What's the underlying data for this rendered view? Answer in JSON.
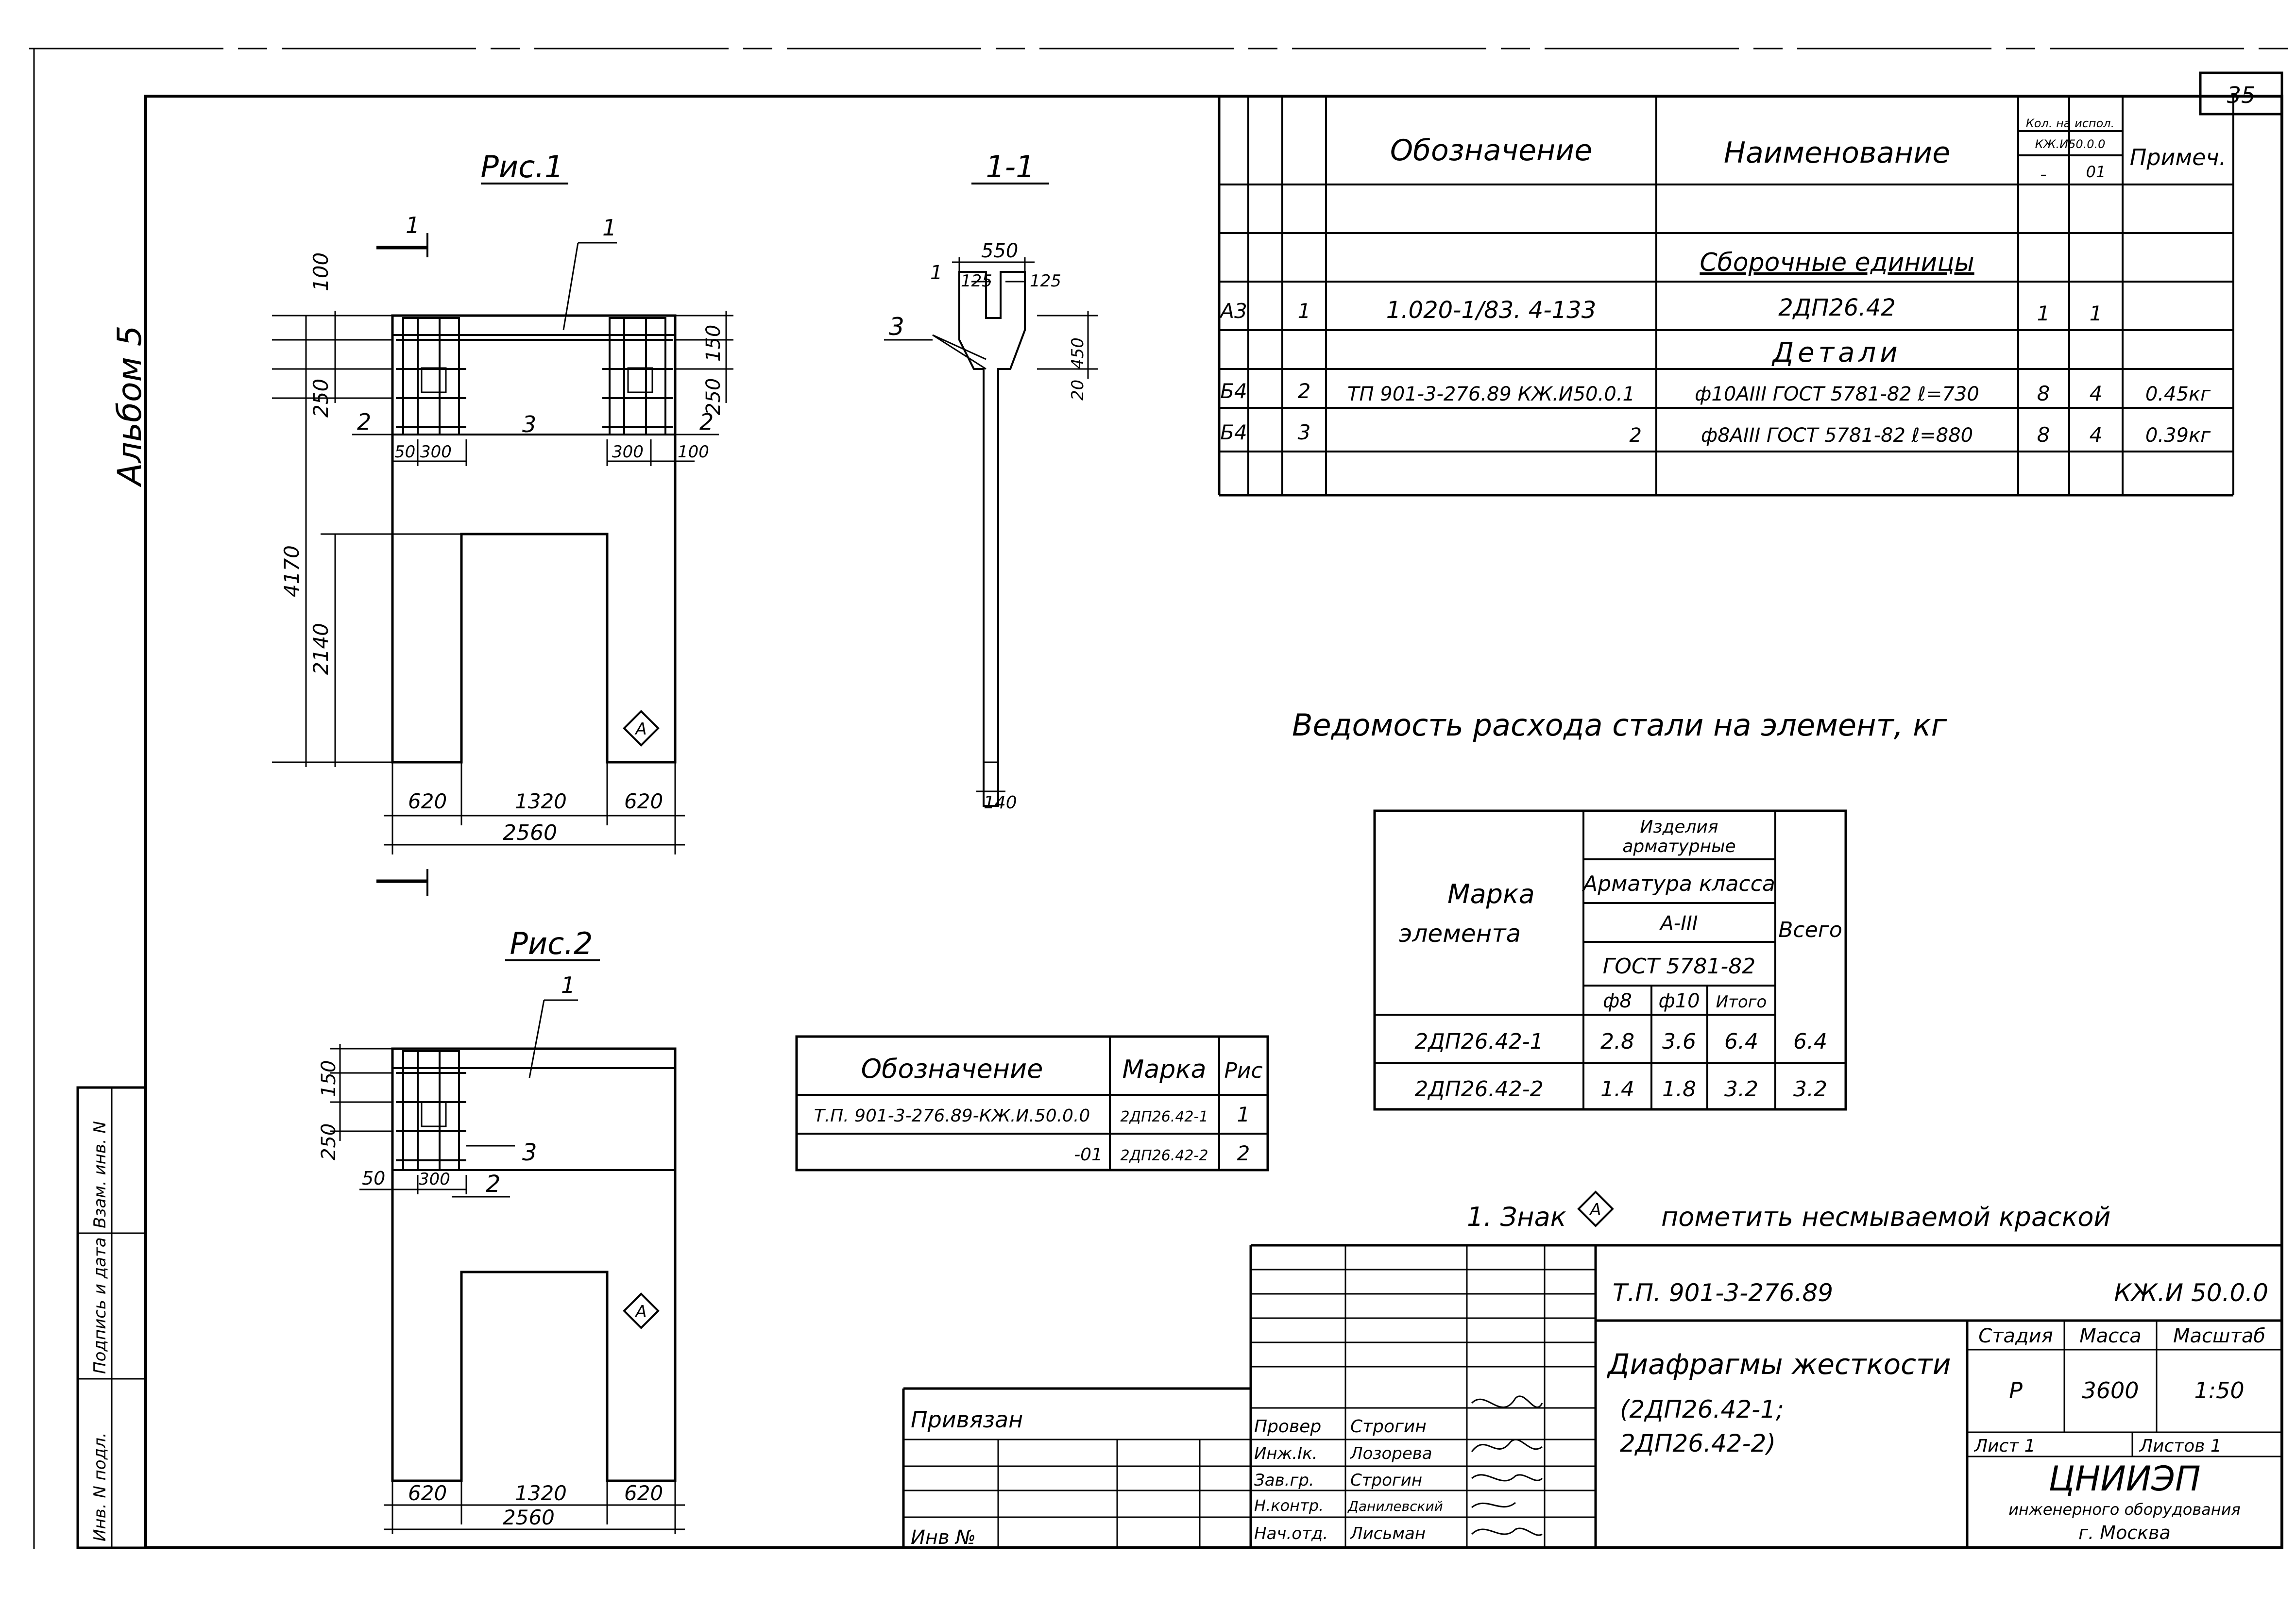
{
  "sheet_number": "35",
  "album_label": "Альбом 5",
  "side_stamp": {
    "cells": [
      "Инв. N подл.",
      "Подпись и дата",
      "Взам. инв. N"
    ]
  },
  "figure1": {
    "title": "Рис.1",
    "section_mark": "1",
    "leader_label": "1",
    "dims": {
      "d100": "100",
      "d250": "250",
      "d4170": "4170",
      "d2140": "2140",
      "d150": "150",
      "d252": "250",
      "d50": "50",
      "d300a": "300",
      "d300b": "300",
      "d100b": "100",
      "d620a": "620",
      "d1320": "1320",
      "d620b": "620",
      "d2560": "2560"
    },
    "labels": {
      "p2a": "2",
      "p3": "3",
      "p2b": "2"
    },
    "mark": "А"
  },
  "section11": {
    "title": "1-1",
    "dims": {
      "d550": "550",
      "d125a": "125",
      "d125b": "125",
      "d450": "450",
      "d20": "20",
      "d140": "140"
    },
    "labels": {
      "p1": "1",
      "p3": "3"
    }
  },
  "figure2": {
    "title": "Рис.2",
    "leader_label": "1",
    "dims": {
      "d150": "150",
      "d250": "250",
      "d50": "50",
      "d300": "300",
      "d620a": "620",
      "d1320": "1320",
      "d620b": "620",
      "d2560": "2560"
    },
    "labels": {
      "p3": "3",
      "p2": "2"
    },
    "mark": "А"
  },
  "spec_table": {
    "headers": {
      "designation": "Обозначение",
      "name": "Наименование",
      "qty": "Кол. на испол.",
      "qty_doc": "КЖ.И50.0.0",
      "col_dash": "-",
      "col_01": "01",
      "note": "Примеч."
    },
    "section_assembly": "Сборочные единицы",
    "section_details": "Детали",
    "rows": [
      {
        "format": "А3",
        "pos": "1",
        "designation": "1.020-1/83. 4-133",
        "name": "2ДП26.42",
        "q1": "1",
        "q2": "1",
        "note": ""
      },
      {
        "format": "Б4",
        "pos": "2",
        "designation": "ТП 901-3-276.89 КЖ.И50.0.1",
        "name": "ф10АIII ГОСТ 5781-82  ℓ=730",
        "q1": "8",
        "q2": "4",
        "note": "0.45кг"
      },
      {
        "format": "Б4",
        "pos": "3",
        "designation": "2",
        "name": "ф8АIII ГОСТ 5781-82  ℓ=880",
        "q1": "8",
        "q2": "4",
        "note": "0.39кг"
      }
    ]
  },
  "steel_title": "Ведомость расхода стали на элемент, кг",
  "steel_table": {
    "h_mark_1": "Марка",
    "h_mark_2": "элемента",
    "h_items_1": "Изделия",
    "h_items_2": "арматурные",
    "h_class": "Арматура класса",
    "h_aiii": "А-III",
    "h_gost": "ГОСТ 5781-82",
    "h_f8": "ф8",
    "h_f10": "ф10",
    "h_itogo": "Итого",
    "h_total": "Всего",
    "rows": [
      {
        "mark": "2ДП26.42-1",
        "f8": "2.8",
        "f10": "3.6",
        "itogo": "6.4",
        "total": "6.4"
      },
      {
        "mark": "2ДП26.42-2",
        "f8": "1.4",
        "f10": "1.8",
        "itogo": "3.2",
        "total": "3.2"
      }
    ]
  },
  "mark_table": {
    "h_designation": "Обозначение",
    "h_mark": "Марка",
    "h_fig": "Рис",
    "rows": [
      {
        "designation": "Т.П. 901-3-276.89-КЖ.И.50.0.0",
        "mark": "2ДП26.42-1",
        "fig": "1"
      },
      {
        "designation": "-01",
        "mark": "2ДП26.42-2",
        "fig": "2"
      }
    ]
  },
  "note": {
    "prefix": "1. Знак",
    "sign": "А",
    "text": "пометить несмываемой краской"
  },
  "title_block": {
    "project": "Т.П. 901-3-276.89",
    "doc": "КЖ.И 50.0.0",
    "title": "Диафрагмы жесткости",
    "subtitle_1": "(2ДП26.42-1;",
    "subtitle_2": "2ДП26.42-2)",
    "h_stage": "Стадия",
    "h_mass": "Масса",
    "h_scale": "Масштаб",
    "stage": "Р",
    "mass": "3600",
    "scale": "1:50",
    "sheet": "Лист  1",
    "sheets": "Листов  1",
    "org_1": "ЦНИИЭП",
    "org_2": "инженерного оборудования",
    "org_3": "г. Москва",
    "tied": "Привязан",
    "inv": "Инв №",
    "staff": [
      {
        "role": "Провер",
        "name": "Строгин"
      },
      {
        "role": "Инж.Iк.",
        "name": "Лозорева"
      },
      {
        "role": "Зав.гр.",
        "name": "Строгин"
      },
      {
        "role": "Н.контр.",
        "name": "Данилевский"
      },
      {
        "role": "Нач.отд.",
        "name": "Лисьман"
      }
    ]
  }
}
